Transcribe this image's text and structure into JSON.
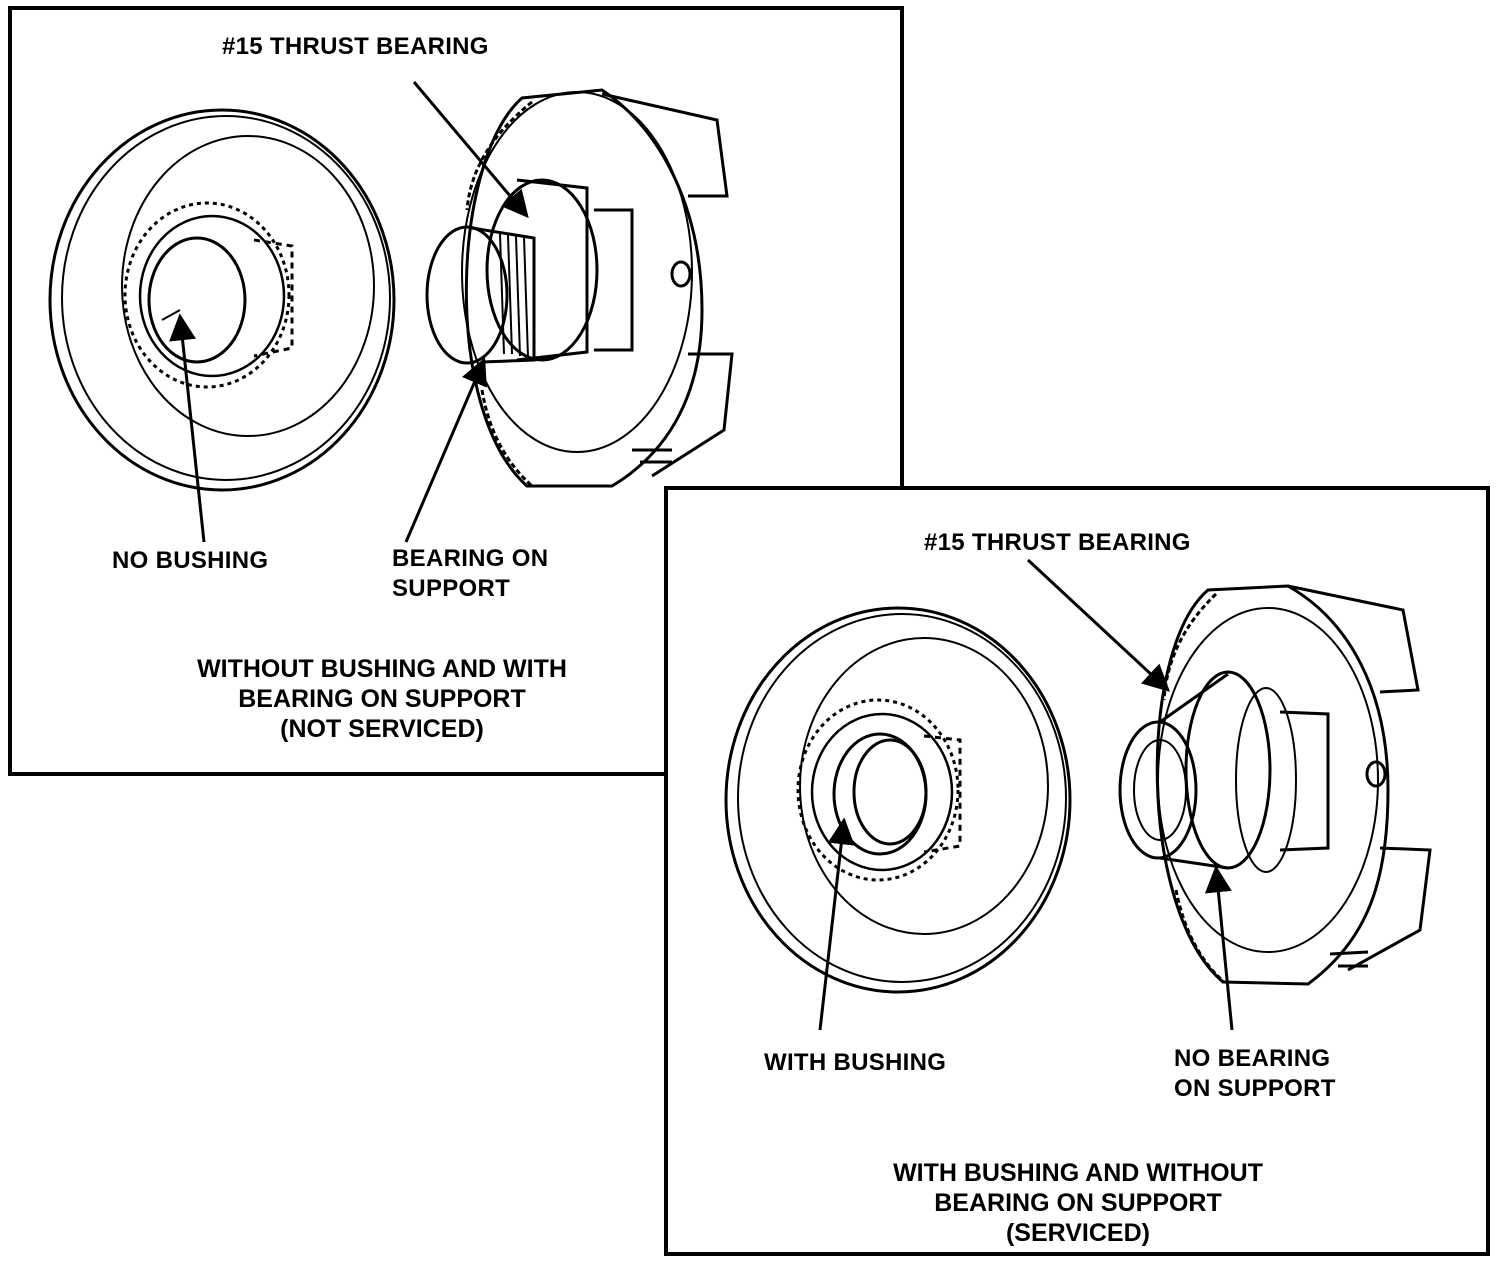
{
  "panel_not_serviced": {
    "thrust_bearing_label": "#15 THRUST BEARING",
    "bushing_label": "NO BUSHING",
    "support_label_line1": "BEARING ON",
    "support_label_line2": "SUPPORT",
    "caption_line1": "WITHOUT BUSHING AND WITH",
    "caption_line2": "BEARING ON SUPPORT",
    "caption_line3": "(NOT SERVICED)"
  },
  "panel_serviced": {
    "thrust_bearing_label": "#15 THRUST BEARING",
    "bushing_label": "WITH BUSHING",
    "support_label_line1": "NO BEARING",
    "support_label_line2": "ON SUPPORT",
    "caption_line1": "WITH BUSHING AND WITHOUT",
    "caption_line2": "BEARING ON SUPPORT",
    "caption_line3": "(SERVICED)"
  }
}
